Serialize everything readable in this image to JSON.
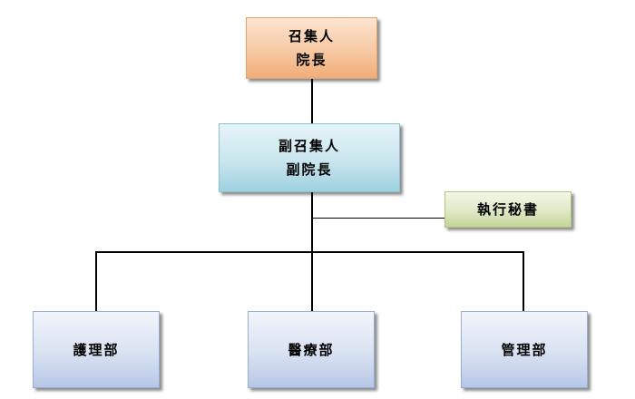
{
  "org_chart": {
    "convener": {
      "title": "召集人",
      "role": "院長"
    },
    "deputy_convener": {
      "title": "副召集人",
      "role": "副院長"
    },
    "executive_secretary": {
      "label": "執行秘書"
    },
    "departments": [
      {
        "label": "護理部"
      },
      {
        "label": "醫療部"
      },
      {
        "label": "管理部"
      }
    ]
  },
  "colors": {
    "line": "#000000",
    "convener_fill": "#f7c9a3",
    "deputy_fill": "#c9e5ee",
    "secretary_fill": "#dfe9c6",
    "department_fill": "#d9e2f2"
  }
}
